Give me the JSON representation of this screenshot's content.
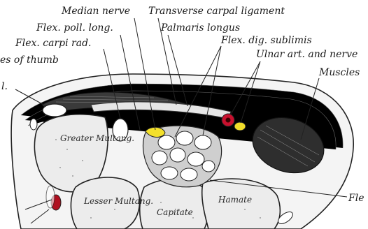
{
  "labels": {
    "median_nerve": "Median nerve",
    "transverse_carpal_ligament": "Transverse carpal ligament",
    "flex_poll_long": "Flex. poll. long.",
    "palmaris_longus": "Palmaris longus",
    "flex_carpi_rad": "Flex. carpi rad.",
    "flex_dig_sublimis": "Flex. dig. sublimis",
    "es_of_thumb": "es of thumb",
    "ulnar_art_and_nerve": "Ulnar art. and nerve",
    "muscles": "Muscles",
    "cut_left": "l.",
    "flex_right": "Fle"
  },
  "bones": {
    "greater_multang": "Greater Multang.",
    "lesser_multang": "Lesser Multang.",
    "capitate": "Capitate",
    "hamate": "Hamate"
  },
  "colors": {
    "median_nerve": "#f3e02b",
    "ulnar_artery": "#c8102e",
    "ulnar_nerve": "#f0dc2a",
    "radial_vessel": "#b01020"
  }
}
